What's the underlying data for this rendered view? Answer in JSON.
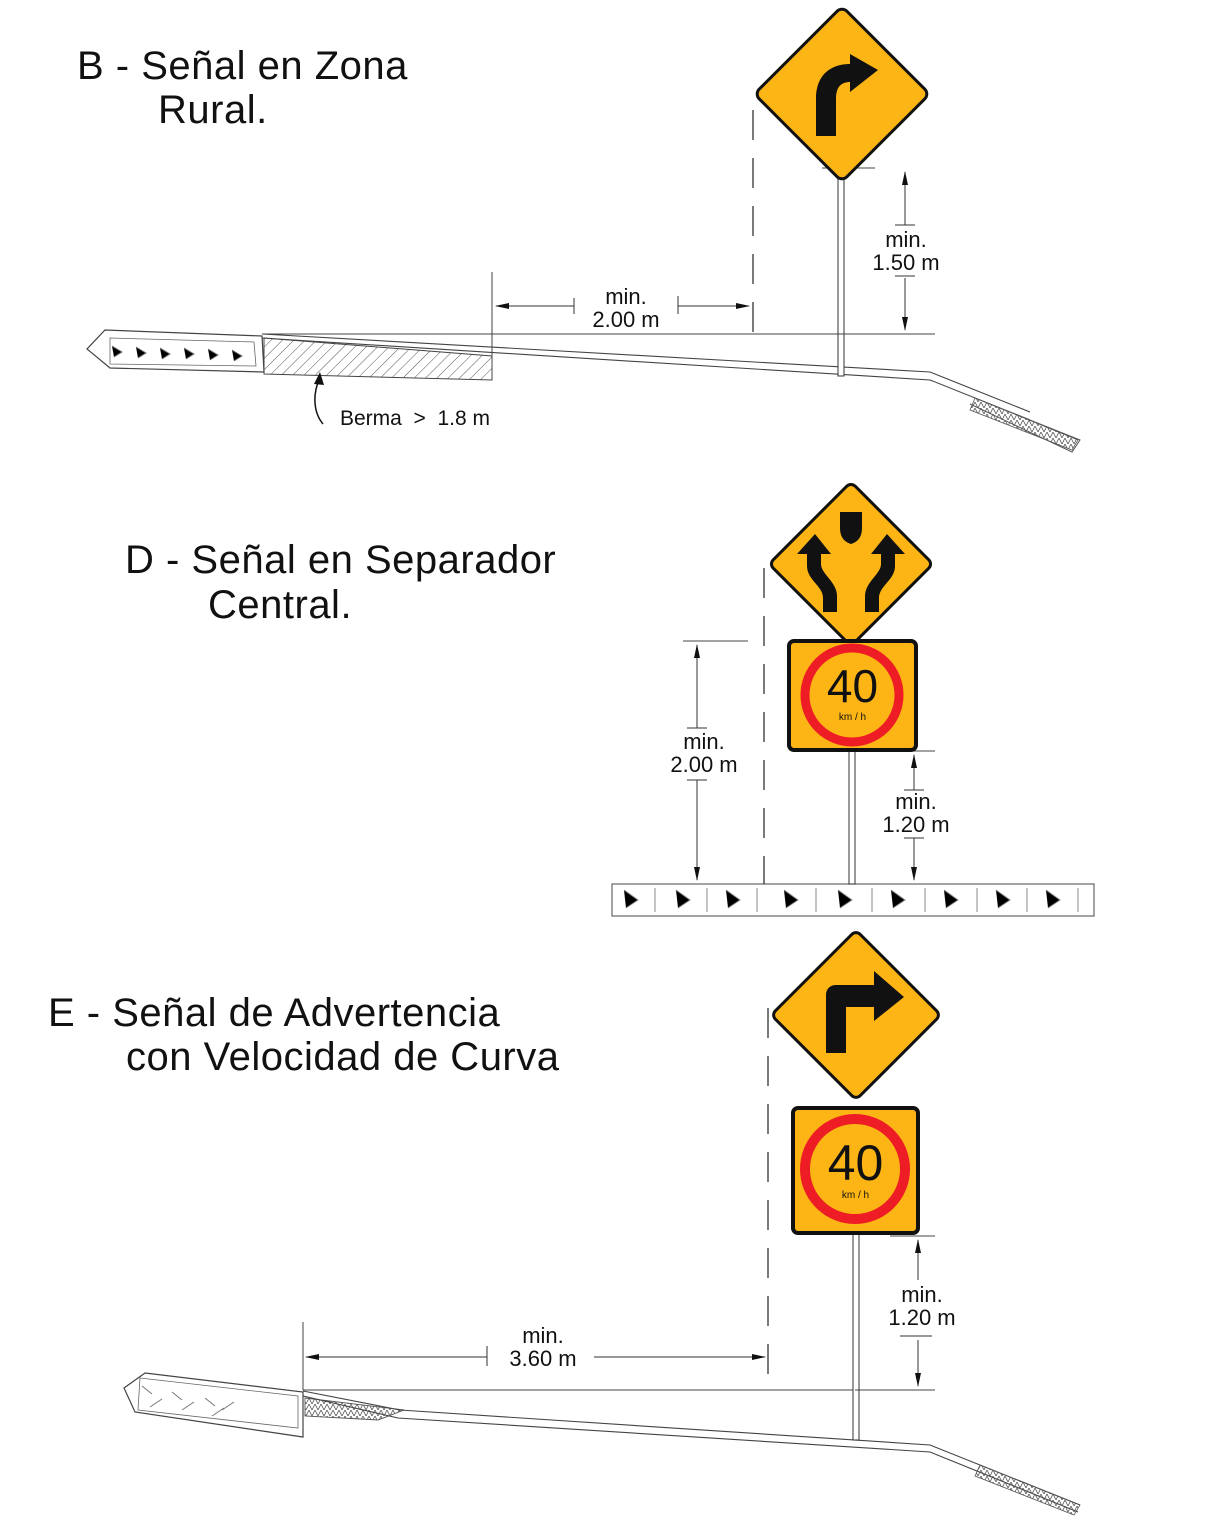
{
  "sections": [
    {
      "id": "B",
      "title_line1": "B - Señal en Zona",
      "title_line2": "Rural.",
      "sign": "curve-right-warning",
      "dims": [
        {
          "label": "min.",
          "value": "2.00 m",
          "orientation": "horizontal"
        },
        {
          "label": "min.",
          "value": "1.50 m",
          "orientation": "vertical"
        }
      ],
      "annotation": "Berma  >  1.8 m"
    },
    {
      "id": "D",
      "title_line1": "D - Señal en Separador",
      "title_line2": "Central.",
      "sign": "divided-road-warning",
      "plate": {
        "speed": "40",
        "unit": "km / h"
      },
      "dims": [
        {
          "label": "min.",
          "value": "2.00 m",
          "orientation": "vertical"
        },
        {
          "label": "min.",
          "value": "1.20 m",
          "orientation": "vertical"
        }
      ]
    },
    {
      "id": "E",
      "title_line1": "E - Señal de Advertencia",
      "title_line2": "con Velocidad de Curva",
      "sign": "sharp-turn-right-warning",
      "plate": {
        "speed": "40",
        "unit": "km / h"
      },
      "dims": [
        {
          "label": "min.",
          "value": "3.60 m",
          "orientation": "horizontal"
        },
        {
          "label": "min.",
          "value": "1.20 m",
          "orientation": "vertical"
        }
      ]
    }
  ],
  "colors": {
    "sign_yellow": "#FDB515",
    "sign_border": "#111111",
    "speed_ring": "#EE1C25",
    "line": "#333333"
  }
}
